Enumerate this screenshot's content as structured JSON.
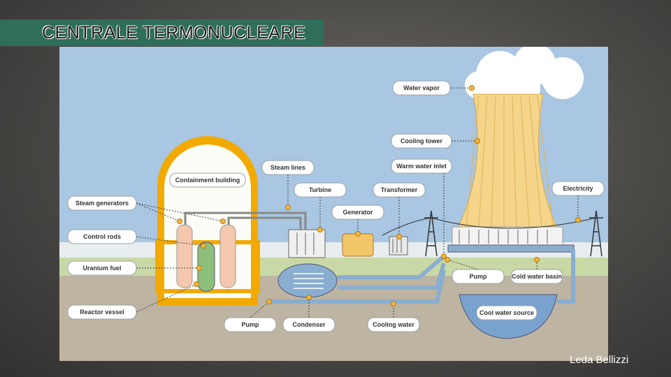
{
  "slide": {
    "title": "CENTRALE TERMONUCLEARE",
    "author": "Leda Bellizzi"
  },
  "labels": {
    "water_vapor": "Water vapor",
    "cooling_tower": "Cooling tower",
    "warm_water_inlet": "Warm water inlet",
    "electricity": "Electricity",
    "steam_lines": "Steam lines",
    "containment_building": "Containment building",
    "turbine": "Turbine",
    "transformer": "Transformer",
    "generator": "Generator",
    "steam_generators": "Steam generators",
    "control_rods": "Control rods",
    "uranium_fuel": "Uranium fuel",
    "reactor_vessel": "Reactor vessel",
    "pump_left": "Pump",
    "condenser": "Condenser",
    "cooling_water": "Cooling water",
    "pump_right": "Pump",
    "cold_water_basin": "Cold water basin",
    "cool_water_source": "Cool water source"
  },
  "colors": {
    "sky": "#a9c6e2",
    "grass": "#c9d9a6",
    "ground": "#bdb4a2",
    "containment": "#f2a900",
    "water": "#8aaed0",
    "label_dot": "#f4b63c"
  }
}
